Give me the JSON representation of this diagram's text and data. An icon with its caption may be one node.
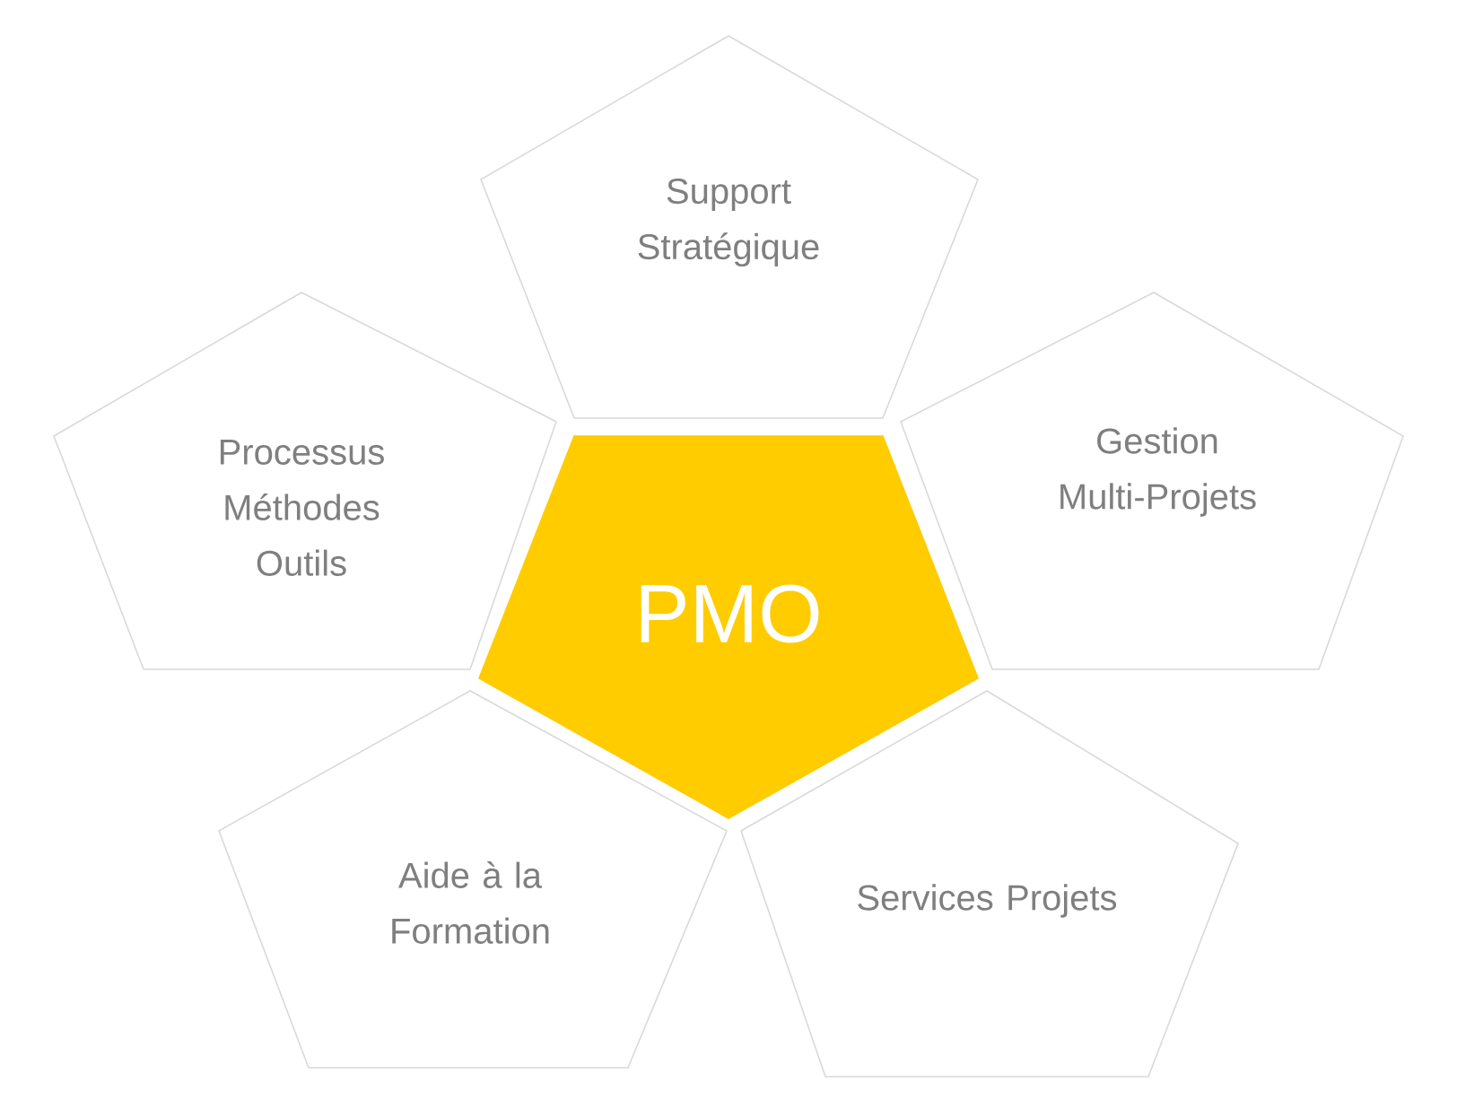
{
  "diagram": {
    "nodes": [
      {
        "text": [
          "PMO"
        ]
      },
      {
        "text": [
          "Support Stratégique"
        ]
      },
      {
        "text": [
          "Processus Méthodes Outils"
        ]
      },
      {
        "text": [
          "Gestion Multi-Projets"
        ]
      },
      {
        "text": [
          "Aide à la Formation"
        ]
      },
      {
        "text": [
          "Services Projets"
        ]
      }
    ]
  }
}
